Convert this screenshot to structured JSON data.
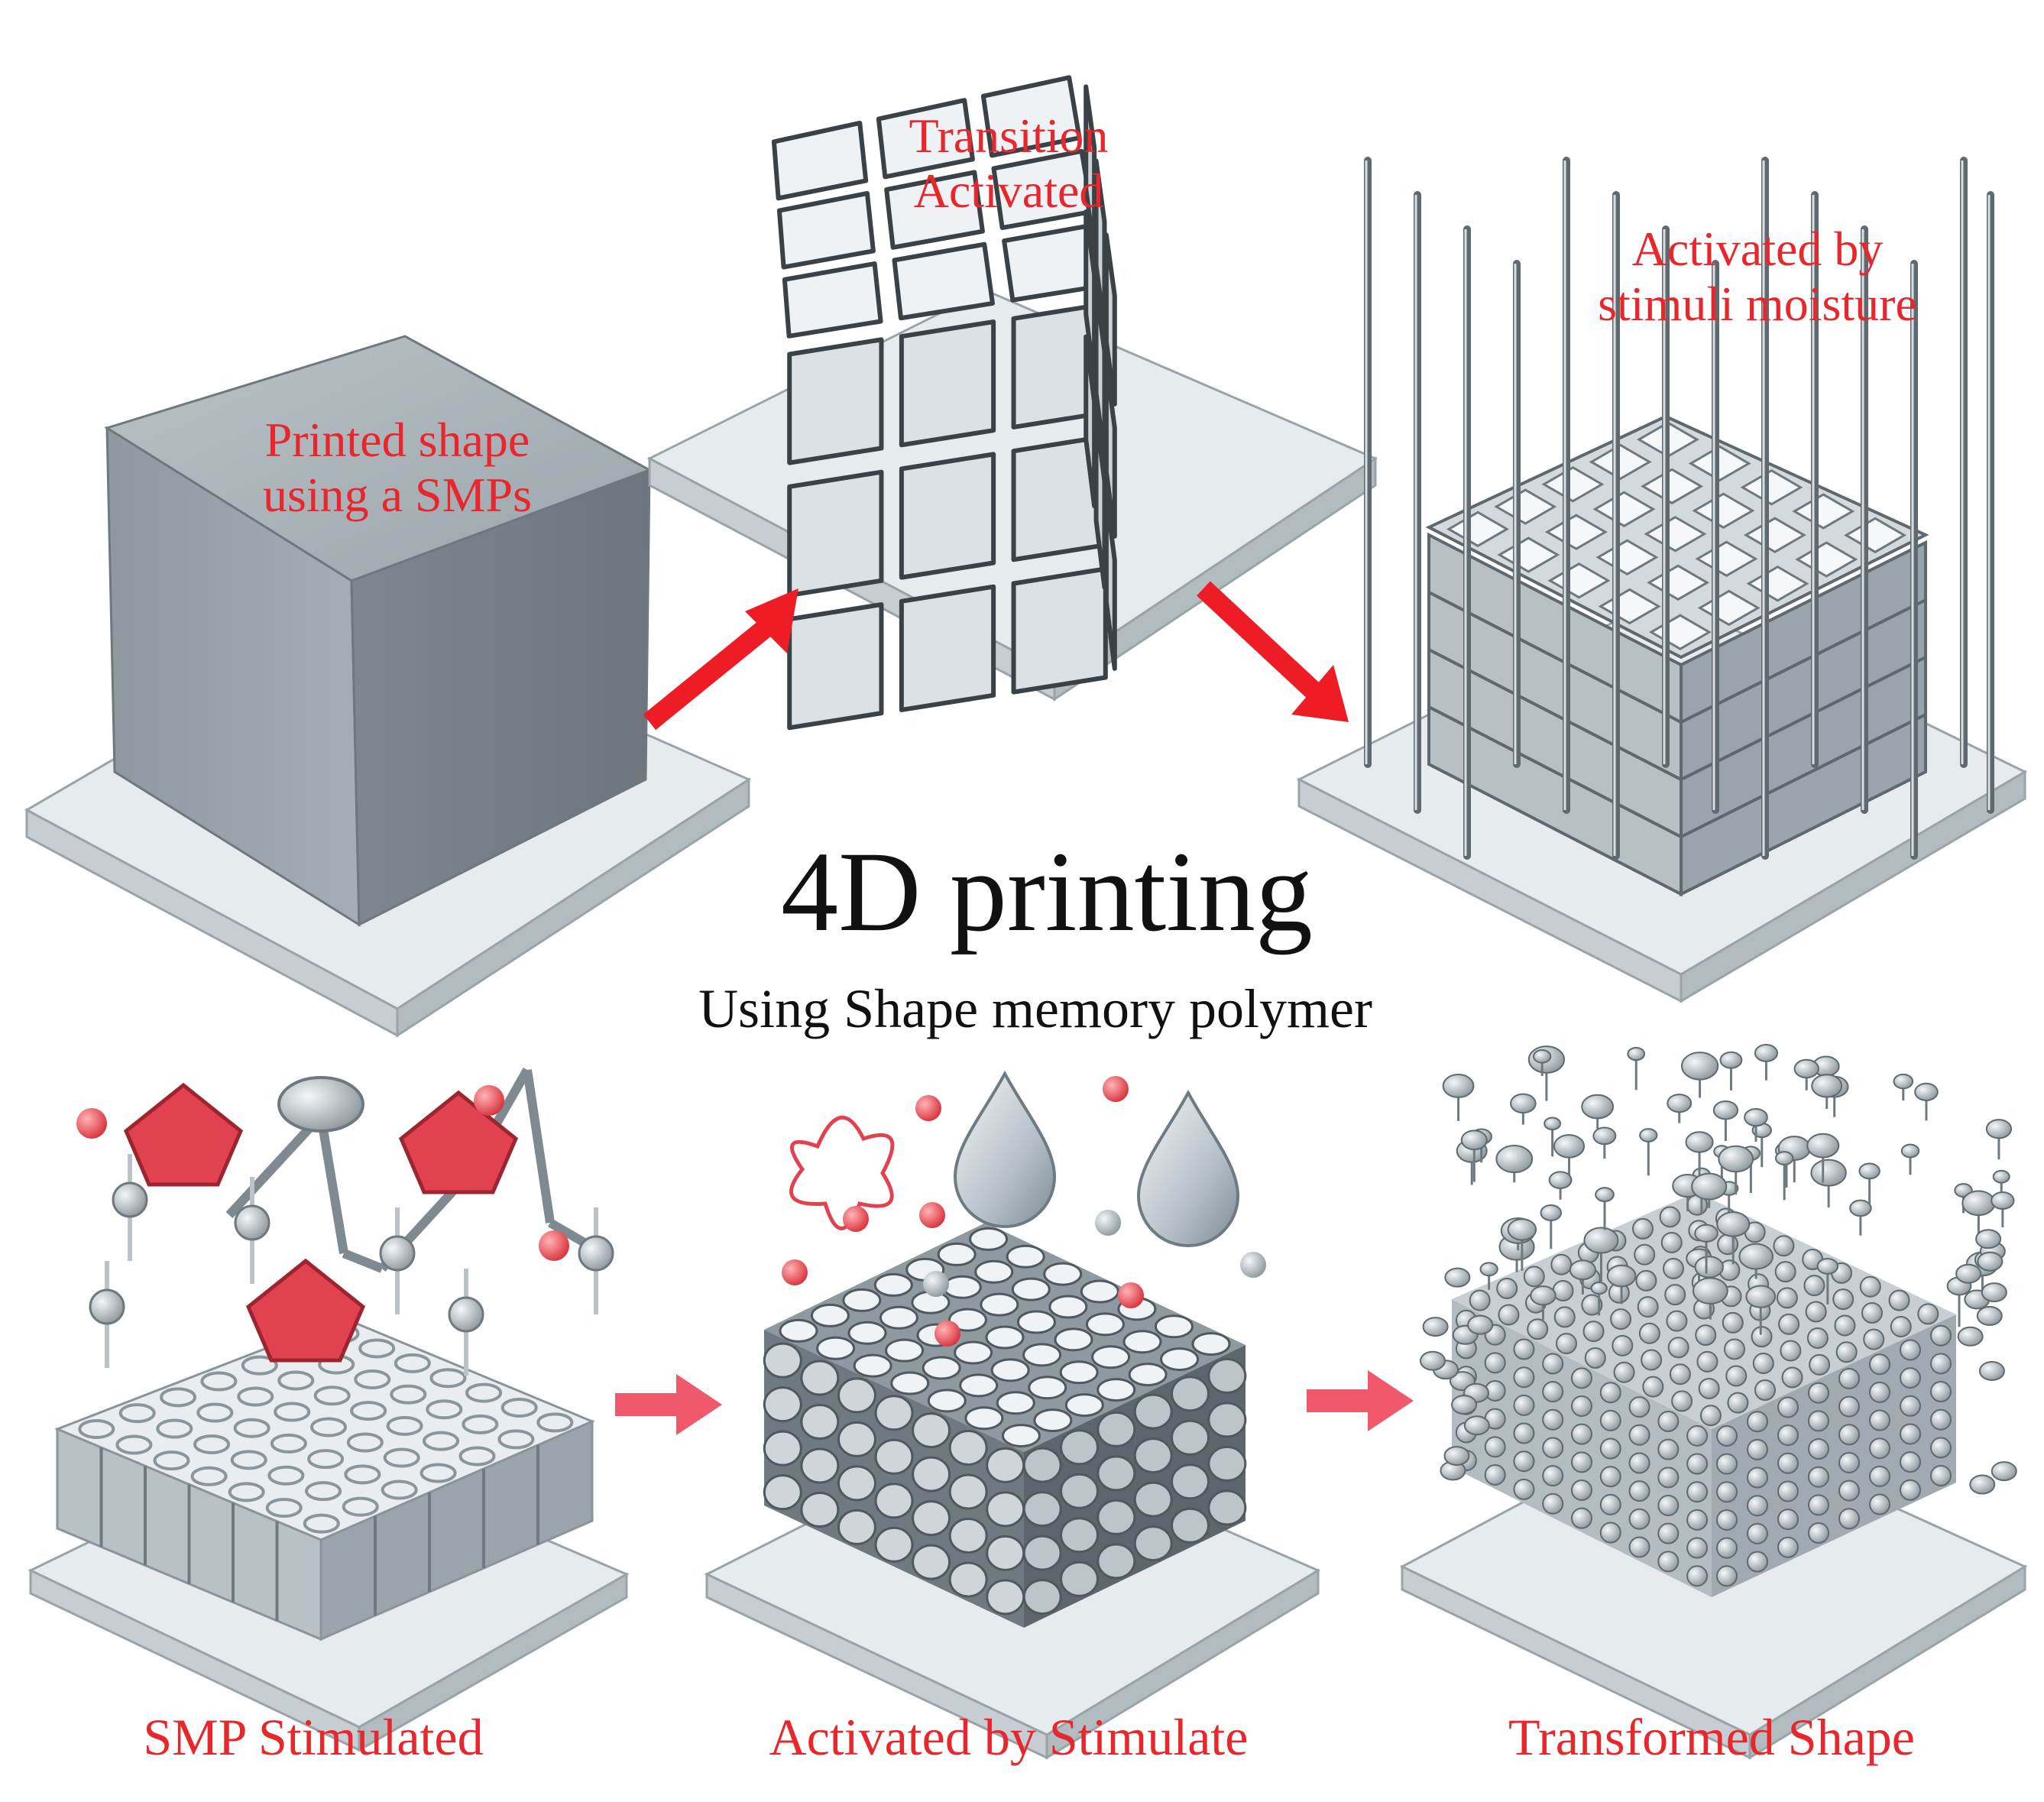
{
  "title": "4D printing",
  "subtitle": "Using Shape memory polymer",
  "colors": {
    "label_red": "#e8262b",
    "arrow_red": "#ee1c24",
    "arrow_pink": "#f0596b",
    "polymer_gray": "#a9b3b9",
    "platform": "#dfe5e8",
    "accent_pink": "#e2424f"
  },
  "stages": {
    "printed": {
      "label": "Printed shape\nusing a SMPs"
    },
    "transition": {
      "label": "Transition\nActivated"
    },
    "moisture": {
      "label": "Activated by\nstimuli moisture"
    },
    "smp_stimulated": {
      "label": "SMP Stimulated"
    },
    "activated_stimulate": {
      "label": "Activated by Stimulate"
    },
    "transformed": {
      "label": "Transformed Shape"
    }
  }
}
